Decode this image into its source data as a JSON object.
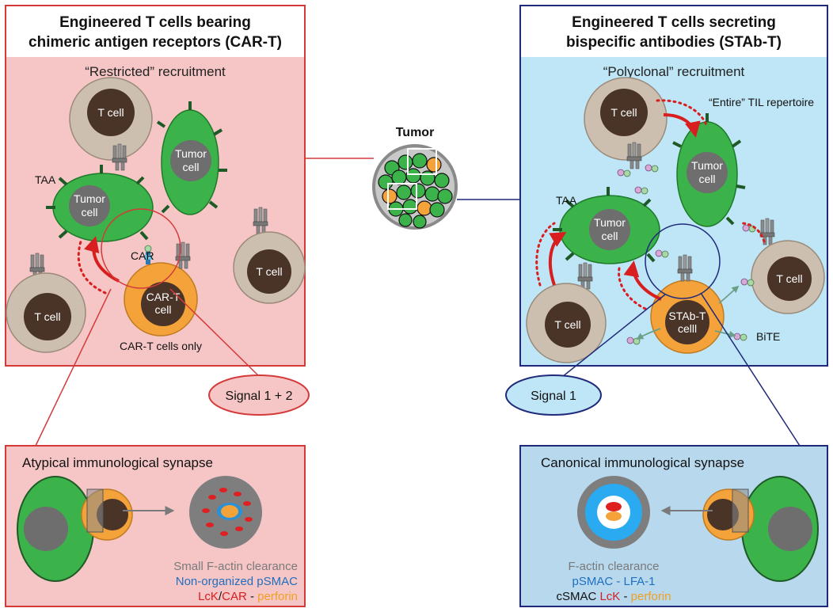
{
  "car_panel": {
    "title_line1": "Engineered T cells bearing",
    "title_line2": "chimeric antigen receptors (CAR-T)",
    "recruitment": "“Restricted” recruitment",
    "t_cell": "T cell",
    "tumor_cell_line1": "Tumor",
    "tumor_cell_line2": "cell",
    "taa": "TAA",
    "car": "CAR",
    "cart_line1": "CAR-T",
    "cart_line2": "cell",
    "only": "CAR-T cells only"
  },
  "stab_panel": {
    "title_line1": "Engineered T cells secreting",
    "title_line2": "bispecific antibodies (STAb-T)",
    "recruitment": "“Polyclonal” recruitment",
    "til": "“Entire” TIL repertoire",
    "t_cell": "T cell",
    "tumor_cell_line1": "Tumor",
    "tumor_cell_line2": "cell",
    "taa": "TAA",
    "stab_line1": "STAb-T",
    "stab_line2": "celll",
    "bite": "BiTE"
  },
  "center": {
    "tumor": "Tumor"
  },
  "signals": {
    "left": "Signal 1 + 2",
    "right": "Signal 1"
  },
  "atypical": {
    "title": "Atypical immunological synapse",
    "line1": "Small F-actin clearance",
    "line2": "Non-organized pSMAC",
    "line3_a": "LcK",
    "line3_b": "/",
    "line3_c": "CAR",
    "line3_d": " - ",
    "line3_e": "perforin"
  },
  "canonical": {
    "title": "Canonical immunological synapse",
    "line1": "F-actin clearance",
    "line2": "pSMAC - LFA-1",
    "line3_a": "cSMAC ",
    "line3_b": "LcK",
    "line3_c": " - ",
    "line3_d": "perforin"
  },
  "colors": {
    "red_border": "#d43a3a",
    "blue_border": "#1f2a7a",
    "pink_fill": "#f6c6c6",
    "lightblue_fill": "#bfe6f6",
    "tumor_green": "#3bb24a",
    "tcell_tan": "#cdbfb0",
    "tcell_nucleus": "#4a3428",
    "cart_orange": "#f4a23a",
    "text_blue": "#1f6fc0",
    "text_red": "#d42020",
    "text_orange": "#f0a020",
    "text_gray": "#7a7a7a"
  }
}
